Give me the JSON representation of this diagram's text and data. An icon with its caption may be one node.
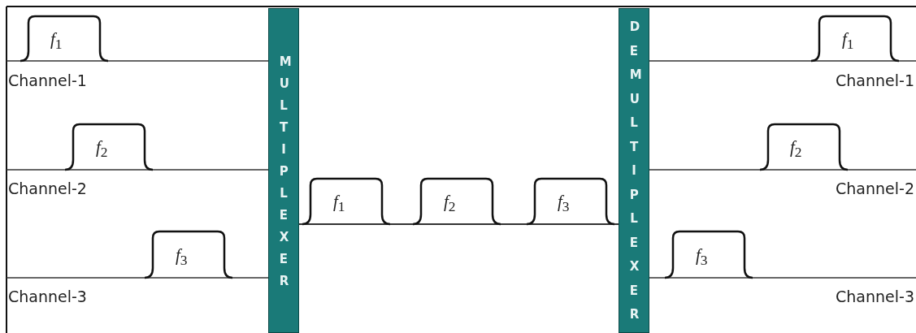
{
  "diagram": {
    "nodes": [
      {
        "text": [
          "MULTIPLEXER"
        ]
      },
      {
        "text": [
          "DEMULTIPLEXER"
        ]
      }
    ],
    "edges": [
      {
        "from": null,
        "to": 0,
        "arrow": "none"
      },
      {
        "from": null,
        "to": 0,
        "arrow": "none"
      },
      {
        "from": null,
        "to": 0,
        "arrow": "none"
      },
      {
        "from": 0,
        "to": 1,
        "arrow": "none"
      },
      {
        "from": 1,
        "to": null,
        "arrow": "none"
      },
      {
        "from": 1,
        "to": null,
        "arrow": "none"
      },
      {
        "from": 1,
        "to": null,
        "arrow": "none"
      }
    ],
    "labels": [
      "*f*$_{1}$",
      "Channel-1",
      "*f*$_{2}$",
      "Channel-2",
      "*f*$_{3}$",
      "Channel-3",
      "*f*$_{1}$",
      "*f*$_{2}$",
      "*f*$_{3}$",
      "*f*$_{1}$",
      "Channel-1",
      "*f*$_{2}$",
      "Channel-2",
      "*f*$_{3}$",
      "Channel-3"
    ]
  }
}
